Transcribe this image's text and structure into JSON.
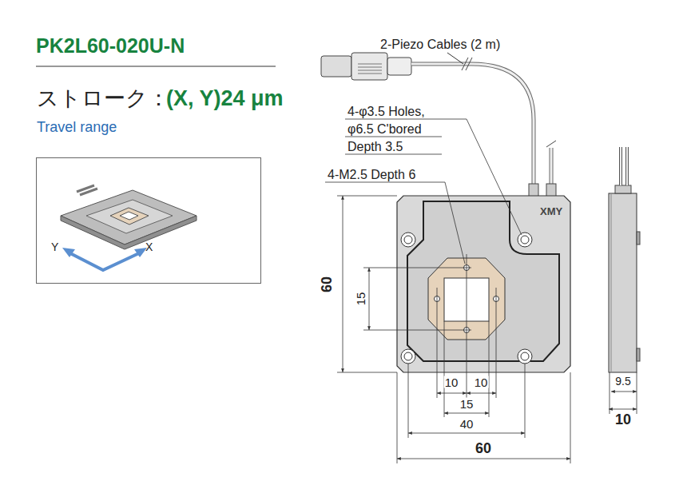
{
  "diagram": {
    "title": "PK2L60-020U-N",
    "nodes": [
      {
        "text": [
          "Y",
          "X"
        ]
      }
    ],
    "labels": [
      "ストローク：",
      "(X, Y)24 μm",
      "Travel range",
      "2-Piezo Cables (2 m)",
      "4-φ3.5 Holes,",
      "φ6.5 C'bored",
      "Depth 3.5",
      "4-M2.5 Depth 6",
      "XMY",
      "60",
      "15",
      "10",
      "10",
      "15",
      "40",
      "60",
      "9.5",
      "10"
    ]
  }
}
